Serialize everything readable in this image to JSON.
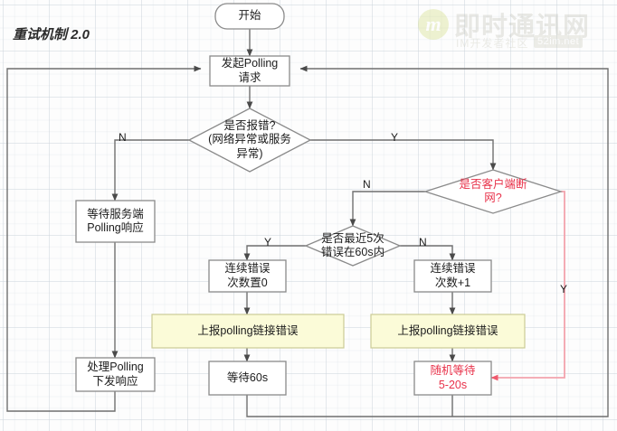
{
  "diagram": {
    "title": "重试机制 2.0",
    "watermark": {
      "logo_letter": "m",
      "main": "即时通讯网",
      "sub": "IM开发者社区",
      "url": "52im.net"
    },
    "nodes": {
      "start": {
        "text": "开始",
        "shape": "rounded",
        "color": "#ffffff"
      },
      "polling_request": {
        "line1": "发起Polling",
        "line2": "请求",
        "shape": "rect",
        "color": "#ffffff"
      },
      "decision_error": {
        "line1": "是否报错?",
        "line2": "(网络异常或服务",
        "line3": "异常)",
        "shape": "diamond",
        "color": "#ffffff"
      },
      "wait_server": {
        "line1": "等待服务端",
        "line2": "Polling响应",
        "shape": "rect",
        "color": "#ffffff"
      },
      "handle_response": {
        "line1": "处理Polling",
        "line2": "下发响应",
        "shape": "rect",
        "color": "#ffffff"
      },
      "decision_offline": {
        "line1": "是否客户端断",
        "line2": "网?",
        "shape": "diamond",
        "color": "#ffffff",
        "text_color": "#e8324a"
      },
      "decision_recent5": {
        "line1": "是否最近5次",
        "line2": "错误在60s内",
        "shape": "diamond",
        "color": "#ffffff"
      },
      "reset_count": {
        "line1": "连续错误",
        "line2": "次数置0",
        "shape": "rect",
        "color": "#ffffff"
      },
      "inc_count": {
        "line1": "连续错误",
        "line2": "次数+1",
        "shape": "rect",
        "color": "#ffffff"
      },
      "report_left": {
        "text": "上报polling链接错误",
        "shape": "rect",
        "color": "#fbfbd8"
      },
      "report_right": {
        "text": "上报polling链接错误",
        "shape": "rect",
        "color": "#fbfbd8"
      },
      "wait60": {
        "text": "等待60s",
        "shape": "rect",
        "color": "#ffffff"
      },
      "random_wait": {
        "line1": "随机等待",
        "line2": "5-20s",
        "shape": "rect",
        "color": "#ffffff",
        "text_color": "#e8324a"
      }
    },
    "edge_labels": {
      "error_no": "N",
      "error_yes": "Y",
      "offline_no": "N",
      "offline_yes": "Y",
      "recent5_yes": "Y",
      "recent5_no": "N"
    },
    "colors": {
      "line": "#6f6f6f",
      "red_line": "#f3a3ad",
      "red_text": "#e8324a",
      "yellow_fill": "#fbfbd8",
      "node_stroke": "#8a8a8a",
      "grid": "#cdd5db"
    }
  }
}
